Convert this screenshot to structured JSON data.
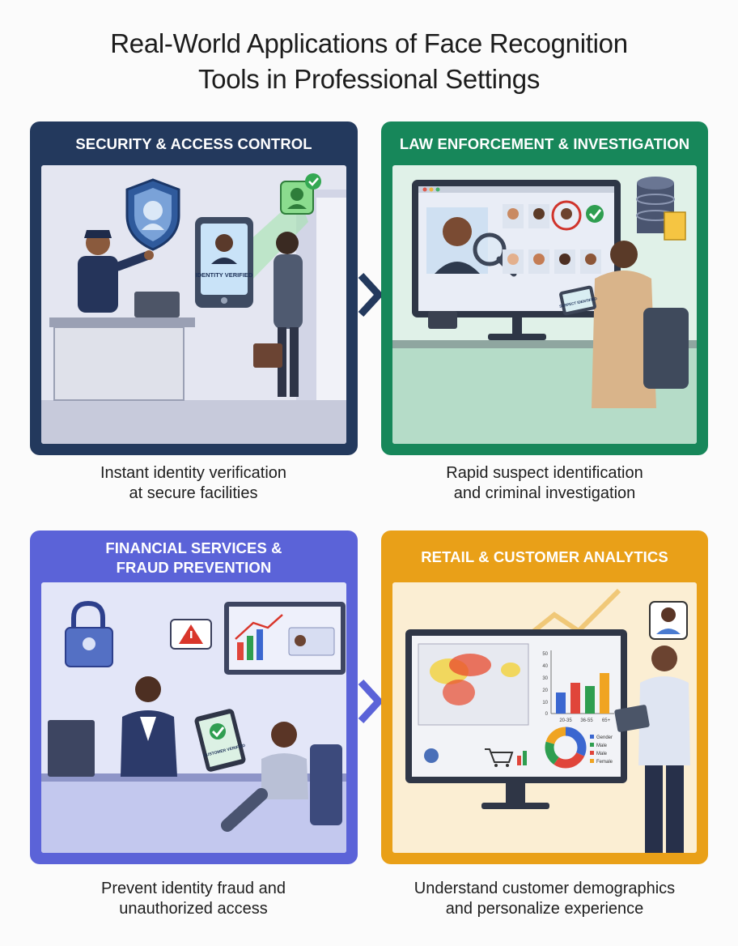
{
  "title": {
    "line1": "Real-World Applications of Face Recognition",
    "line2": "Tools in Professional Settings"
  },
  "panels": [
    {
      "heading": [
        "SECURITY & ACCESS CONTROL"
      ],
      "caption": [
        "Instant identity verification",
        "at secure facilities"
      ],
      "color": "#23395d",
      "scene_text": {
        "device_label": "IDENTITY VERIFIED"
      }
    },
    {
      "heading": [
        "LAW ENFORCEMENT & INVESTIGATION"
      ],
      "caption": [
        "Rapid suspect identification",
        "and criminal investigation"
      ],
      "color": "#17875a",
      "scene_text": {
        "tablet_label": "SUSPECT IDENTIFIED"
      }
    },
    {
      "heading": [
        "FINANCIAL SERVICES &",
        "FRAUD PREVENTION"
      ],
      "caption": [
        "Prevent identity fraud and",
        "unauthorized access"
      ],
      "color": "#5b63d8",
      "scene_text": {
        "tablet_label": "CUSTOMER VERIFIED"
      }
    },
    {
      "heading": [
        "RETAIL & CUSTOMER ANALYTICS"
      ],
      "caption": [
        "Understand customer demographics",
        "and personalize experience"
      ],
      "color": "#e9a018",
      "scene_text": {
        "legend": [
          "Gender",
          "Male",
          "Male",
          "Female"
        ],
        "bar_axis": [
          "50",
          "40",
          "30",
          "20",
          "10",
          "0"
        ],
        "bar_categories": [
          "20-35",
          "36-55",
          "65+"
        ]
      }
    }
  ],
  "icons": {
    "shield": "shield-face-icon",
    "check": "checkmark-icon",
    "magnifier": "magnifier-icon",
    "database": "database-icon",
    "lock": "padlock-face-icon",
    "warning": "warning-icon",
    "cart": "shopping-cart-icon",
    "chevron": "chevron-right-icon"
  }
}
